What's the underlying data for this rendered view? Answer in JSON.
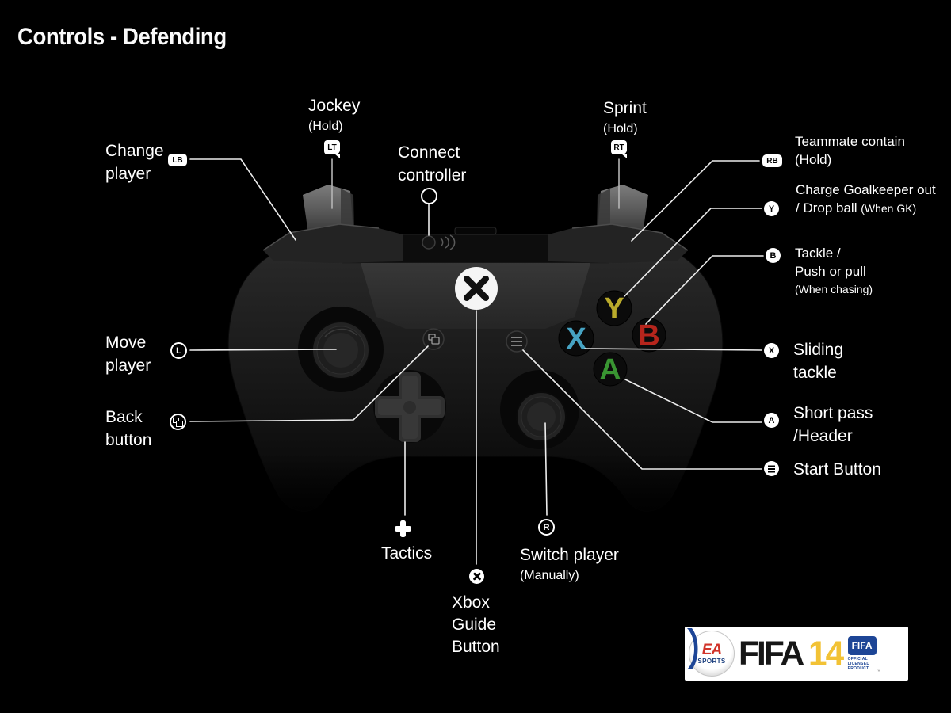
{
  "title": "Controls - Defending",
  "labels": {
    "change_player": {
      "line1": "Change",
      "line2": "player",
      "badge": "LB"
    },
    "jockey": {
      "line1": "Jockey",
      "line2": "(Hold)",
      "badge": "LT"
    },
    "connect": {
      "line1": "Connect",
      "line2": "controller"
    },
    "sprint": {
      "line1": "Sprint",
      "line2": "(Hold)",
      "badge": "RT"
    },
    "teammate_contain": {
      "line1": "Teammate contain",
      "line2": "(Hold)",
      "badge": "RB"
    },
    "charge_goalkeeper": {
      "line1": "Charge Goalkeeper out",
      "line2": "/ Drop ball ",
      "line2_small": "(When GK)",
      "badge": "Y"
    },
    "tackle": {
      "line1": "Tackle /",
      "line2": "Push or pull",
      "line3": "(When chasing)",
      "badge": "B"
    },
    "sliding_tackle": {
      "line1": "Sliding",
      "line2": "tackle",
      "badge": "X"
    },
    "short_pass": {
      "line1": "Short pass",
      "line2": "/Header",
      "badge": "A"
    },
    "start_button": {
      "line1": "Start Button",
      "icon": "menu-circle"
    },
    "move_player": {
      "line1": "Move",
      "line2": "player",
      "badge": "L"
    },
    "back_button": {
      "line1": "Back",
      "line2": "button",
      "icon": "view-windows"
    },
    "tactics": {
      "line1": "Tactics",
      "icon": "d-pad-plus"
    },
    "switch_player": {
      "line1": "Switch player",
      "line2": "(Manually)",
      "badge": "R"
    },
    "xbox_guide": {
      "line1": "Xbox",
      "line2": "Guide",
      "line3": "Button",
      "icon": "xbox-sphere"
    }
  },
  "controller": {
    "face_buttons": {
      "y": "Y",
      "x": "X",
      "b": "B",
      "a": "A"
    }
  },
  "logo": {
    "ea": "EA",
    "sports": "SPORTS",
    "fifa": "FIFA",
    "number": "14",
    "badge_fifa": "FIFA",
    "official": "OFFICIAL",
    "licensed": "LICENSED",
    "product": "PRODUCT",
    "tm": "™"
  },
  "colors": {
    "background": "#000000",
    "text": "#ffffff",
    "callout_line": "#ededed",
    "button_y": "#cdbd2f",
    "button_x": "#4db4d7",
    "button_b": "#c9281e",
    "button_a": "#3fa437",
    "fifa_yellow": "#f2c235",
    "fifa_blue": "#1d4596",
    "ea_red": "#d1342a",
    "sports_navy": "#1c3f7e"
  }
}
